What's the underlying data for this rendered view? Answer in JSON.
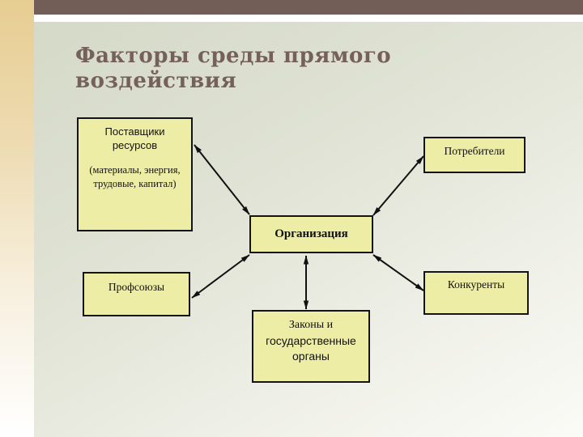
{
  "slide": {
    "title": "Факторы среды прямого воздействия"
  },
  "diagram": {
    "center": {
      "label": "Организация"
    },
    "suppliers": {
      "title": "Поставщики ресурсов",
      "subtitle": "(материалы, энергия, трудовые, капитал)"
    },
    "consumers": {
      "label": "Потребители"
    },
    "unions": {
      "label": "Профсоюзы"
    },
    "competitors": {
      "label": "Конкуренты"
    },
    "laws": {
      "line1": "Законы и",
      "line2": "государственные органы"
    }
  },
  "colors": {
    "top_bar": "#725e56",
    "left_strip_top": "#e7cd92",
    "content_bg_top": "#d5d9c7",
    "content_bg_bottom": "#fbfbf7",
    "node_fill": "#eeeda5",
    "node_border": "#141414",
    "title_text": "#76615a",
    "arrow": "#111111"
  }
}
